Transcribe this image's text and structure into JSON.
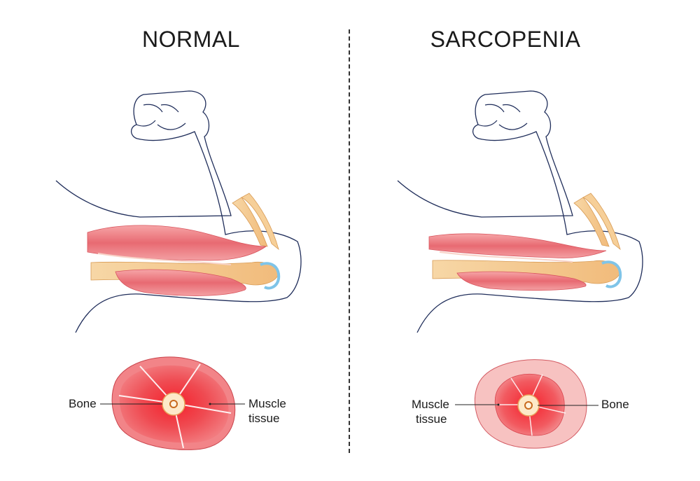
{
  "panels": {
    "normal": {
      "title": "NORMAL",
      "bone_label": "Bone",
      "muscle_label_line1": "Muscle",
      "muscle_label_line2": "tissue"
    },
    "sarcopenia": {
      "title": "SARCOPENIA",
      "bone_label": "Bone",
      "muscle_label_line1": "Muscle",
      "muscle_label_line2": "tissue"
    }
  },
  "colors": {
    "outline": "#1f2d5a",
    "muscle": "#e8737a",
    "muscle_light": "#f6b3b2",
    "bone": "#f3c994",
    "cartilage": "#9fd3ee",
    "cross_section_core": "#e8323a",
    "cross_section_rim": "#f08a8a",
    "sarcopenia_fat": "#f7c4c2"
  }
}
